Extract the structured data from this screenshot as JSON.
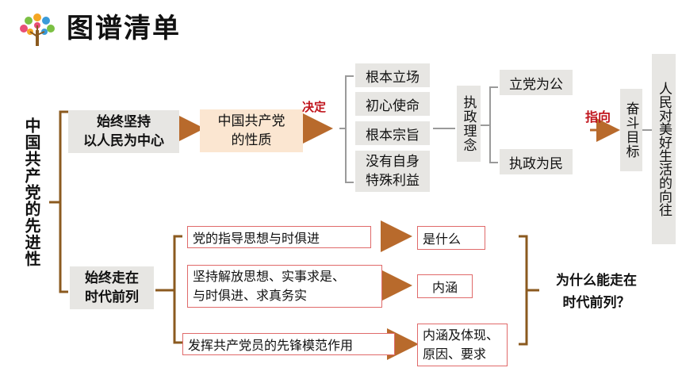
{
  "header": {
    "title": "图谱清单",
    "logo_icon": "tree-icon"
  },
  "root": {
    "label": "中国共产党的先进性"
  },
  "branch1": {
    "label_line1": "始终坚持",
    "label_line2": "以人民为中心",
    "nature_line1": "中国共产党",
    "nature_line2": "的性质",
    "decide_label": "决定",
    "items": [
      "根本立场",
      "初心使命",
      "根本宗旨",
      "没有自身",
      "特殊利益"
    ],
    "governing": "执政理念",
    "governing_items": [
      "立党为公",
      "执政为民"
    ],
    "direct_label": "指向",
    "goal": "奋斗目标",
    "aim": "人民对美好生活的向往"
  },
  "branch2": {
    "label_line1": "始终走在",
    "label_line2": "时代前列",
    "rows": [
      {
        "left": "党的指导思想与时俱进",
        "right": "是什么"
      },
      {
        "left_line1": "坚持解放思想、实事求是、",
        "left_line2": "与时俱进、求真务实",
        "right": "内涵"
      },
      {
        "left": "发挥共产党员的先锋模范作用",
        "right_line1": "内涵及体现、",
        "right_line2": "原因、要求"
      }
    ],
    "question_line1": "为什么能走在",
    "question_line2": "时代前列？"
  },
  "colors": {
    "bracket": "#8b5a1f",
    "arrow": "#b86a2c",
    "red_border": "#e06a6a",
    "red_label": "#c0141c"
  }
}
